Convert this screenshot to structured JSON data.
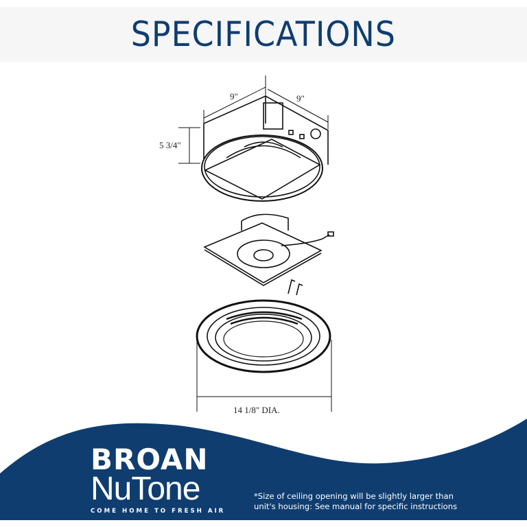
{
  "header": {
    "title": "SPECIFICATIONS"
  },
  "diagram": {
    "dimensions": {
      "housing_width": "9\"",
      "housing_depth": "9\"",
      "housing_height": "5 3/4\"",
      "grille_diameter": "14 1/8\" DIA."
    },
    "components": [
      "housing",
      "fan-motor-plate",
      "light-grille"
    ]
  },
  "footer": {
    "brand_top": "BROAN",
    "brand_bottom": "NuTone",
    "tagline": "COME HOME TO FRESH AIR",
    "note_line1": "*Size of ceiling opening will be slightly larger than",
    "note_line2": "unit's housing: See manual for specific instructions"
  },
  "colors": {
    "brand_blue": "#0f3d70",
    "header_bg": "#f6f6f6"
  }
}
